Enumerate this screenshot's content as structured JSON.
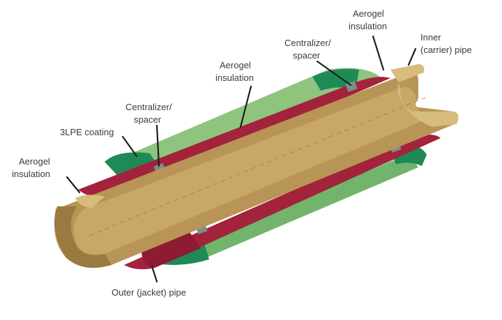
{
  "labels": {
    "aerogel_top": [
      "Aerogel",
      "insulation"
    ],
    "inner_pipe": [
      "Inner",
      "(carrier) pipe"
    ],
    "centralizer_top": [
      "Centralizer/",
      "spacer"
    ],
    "aerogel_mid": [
      "Aerogel",
      "insulation"
    ],
    "centralizer_left": [
      "Centralizer/",
      "spacer"
    ],
    "coating": "3LPE coating",
    "aerogel_left": [
      "Aerogel",
      "insulation"
    ],
    "outer_pipe": "Outer (jacket) pipe"
  },
  "colors": {
    "jacket_light": "#8fc47f",
    "jacket_mid": "#6fb06a",
    "jacket_dark": "#2e8a55",
    "coating_green": "#1f8a55",
    "aerogel_red": "#a3223c",
    "carrier_tan": "#b89556",
    "carrier_light": "#d6bd7e",
    "carrier_dark": "#9a7a40",
    "spacer_grey": "#7a8f86"
  }
}
